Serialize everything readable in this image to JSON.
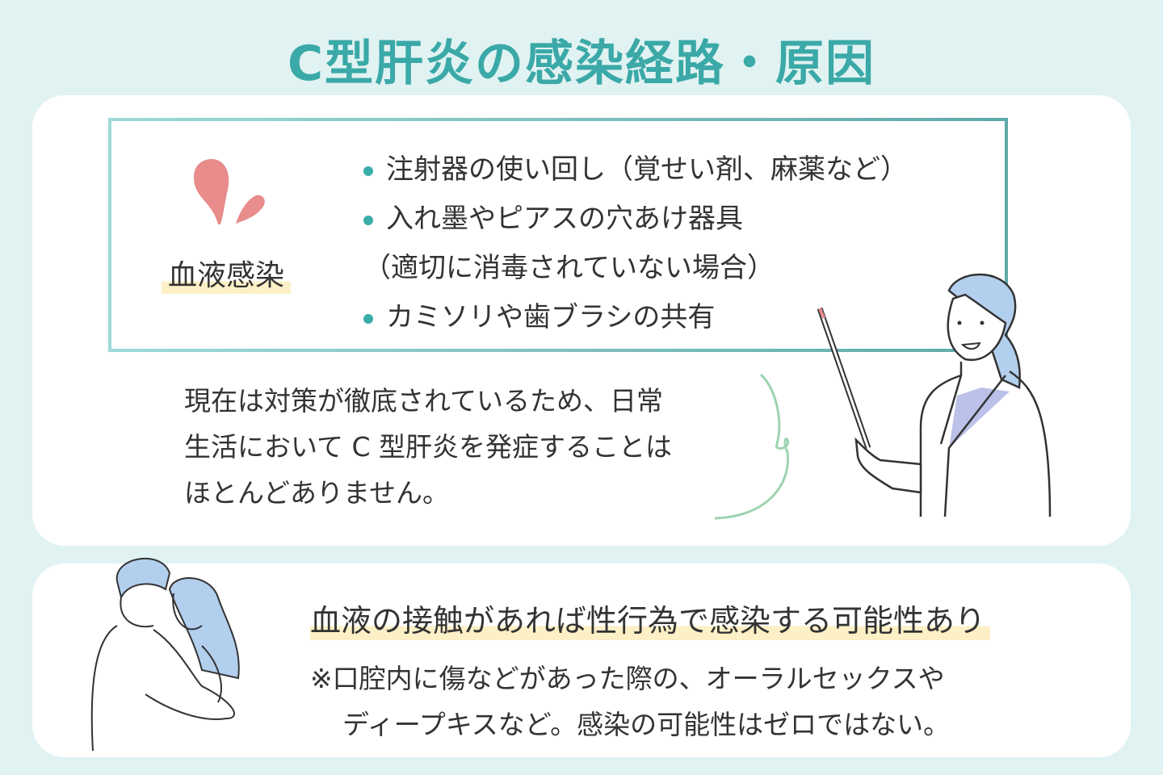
{
  "title": "C型肝炎の感染経路・原因",
  "blood": {
    "label": "血液感染",
    "items": [
      "注射器の使い回し（覚せい剤、麻薬など）",
      "入れ墨やピアスの穴あけ器具",
      "（適切に消毒されていない場合）",
      "カミソリや歯ブラシの共有"
    ],
    "note": [
      "現在は対策が徹底されているため、日常",
      "生活において C 型肝炎を発症することは",
      "ほとんどありません。"
    ]
  },
  "sexual": {
    "heading": "血液の接触があれば性行為で感染する可能性あり",
    "note": [
      "※口腔内に傷などがあった際の、オーラルセックスや",
      "ディープキスなど。感染の可能性はゼロではない。"
    ]
  },
  "colors": {
    "accent": "#3aa9a7",
    "blood": "#e88c8c",
    "highlight": "#fdf0c6",
    "hair": "#b3cfee"
  }
}
